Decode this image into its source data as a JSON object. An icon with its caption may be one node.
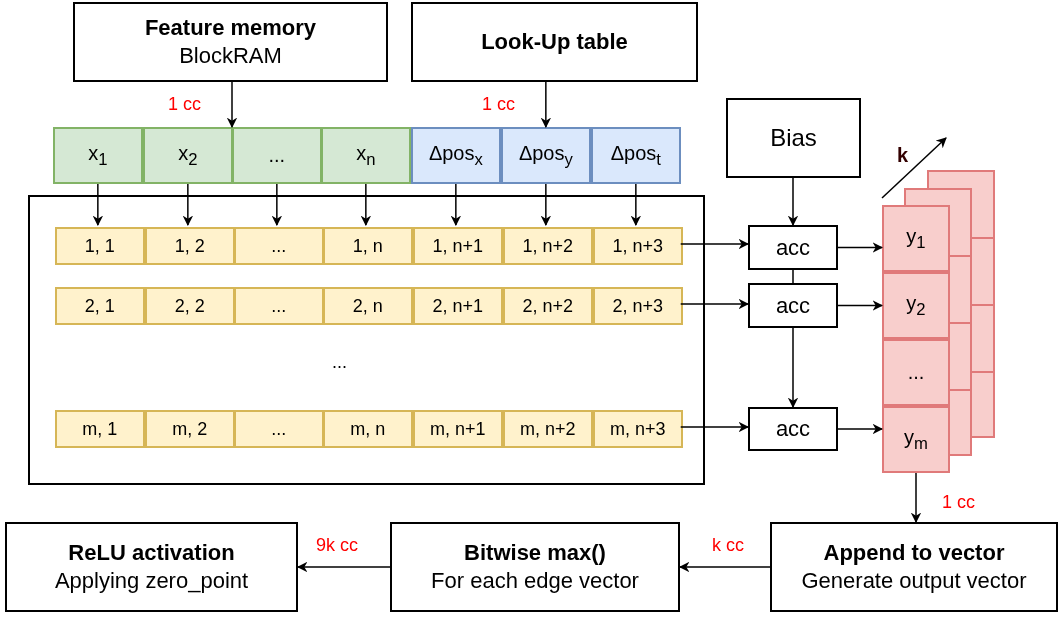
{
  "diagram": {
    "nodes": [
      {
        "text": [
          "Feature memory",
          "BlockRAM"
        ]
      },
      {
        "text": [
          "Look-Up table"
        ]
      },
      {
        "text": [
          "x$_{1}$"
        ]
      },
      {
        "text": [
          "x$_{2}$"
        ]
      },
      {
        "text": [
          "..."
        ]
      },
      {
        "text": [
          "x$_{n}$"
        ]
      },
      {
        "text": [
          "Δpos$_{x}$"
        ]
      },
      {
        "text": [
          "Δpos$_{y}$"
        ]
      },
      {
        "text": [
          "Δpos$_{t}$"
        ]
      },
      {
        "text": [
          "..."
        ]
      },
      {
        "text": [
          "1, 1"
        ],
        "in": 9
      },
      {
        "text": [
          "1, 2"
        ],
        "in": 9
      },
      {
        "text": [
          "..."
        ],
        "in": 9
      },
      {
        "text": [
          "1, n"
        ],
        "in": 9
      },
      {
        "text": [
          "1, n+1"
        ],
        "in": 9
      },
      {
        "text": [
          "1, n+2"
        ],
        "in": 9
      },
      {
        "text": [
          "1, n+3"
        ],
        "in": 9
      },
      {
        "text": [
          "2, 1"
        ],
        "in": 9
      },
      {
        "text": [
          "2, 2"
        ],
        "in": 9
      },
      {
        "text": [
          "..."
        ],
        "in": 9
      },
      {
        "text": [
          "2, n"
        ],
        "in": 9
      },
      {
        "text": [
          "2, n+1"
        ],
        "in": 9
      },
      {
        "text": [
          "2, n+2"
        ],
        "in": 9
      },
      {
        "text": [
          "2, n+3"
        ],
        "in": 9
      },
      {
        "text": [
          "m, 1"
        ],
        "in": 9
      },
      {
        "text": [
          "m, 2"
        ],
        "in": 9
      },
      {
        "text": [
          "..."
        ],
        "in": 9
      },
      {
        "text": [
          "m, n"
        ],
        "in": 9
      },
      {
        "text": [
          "m, n+1"
        ],
        "in": 9
      },
      {
        "text": [
          "m, n+2"
        ],
        "in": 9
      },
      {
        "text": [
          "m, n+3"
        ],
        "in": 9
      },
      {
        "text": [
          "Bias"
        ]
      },
      {
        "text": [
          "acc"
        ]
      },
      {
        "text": [
          "acc"
        ]
      },
      {
        "text": [
          "acc"
        ]
      },
      {
        "text": [
          "y$_{1}$"
        ]
      },
      {
        "text": [
          "y$_{2}$"
        ]
      },
      {
        "text": [
          "..."
        ]
      },
      {
        "text": [
          "y$_{m}$"
        ]
      },
      {
        "text": [
          "Append to vector",
          "Generate output vector"
        ]
      },
      {
        "text": [
          "Bitwise max()",
          "For each edge vector"
        ]
      },
      {
        "text": [
          "ReLU activation",
          "Applying zero_point"
        ]
      }
    ],
    "edges": [
      {
        "from": 0,
        "to": 3,
        "arrow": "to",
        "label": "1 cc"
      },
      {
        "from": 1,
        "to": 7,
        "arrow": "to",
        "label": "1 cc"
      },
      {
        "from": 2,
        "to": 10,
        "arrow": "to"
      },
      {
        "from": 3,
        "to": 11,
        "arrow": "to"
      },
      {
        "from": 4,
        "to": 12,
        "arrow": "to"
      },
      {
        "from": 5,
        "to": 13,
        "arrow": "to"
      },
      {
        "from": 6,
        "to": 14,
        "arrow": "to"
      },
      {
        "from": 7,
        "to": 15,
        "arrow": "to"
      },
      {
        "from": 8,
        "to": 16,
        "arrow": "to"
      },
      {
        "from": 16,
        "to": 32,
        "arrow": "to"
      },
      {
        "from": 23,
        "to": 33,
        "arrow": "to"
      },
      {
        "from": 30,
        "to": 34,
        "arrow": "to"
      },
      {
        "from": 31,
        "to": 32,
        "arrow": "to"
      },
      {
        "from": 32,
        "to": 33,
        "arrow": "none"
      },
      {
        "from": 33,
        "to": 34,
        "arrow": "to"
      },
      {
        "from": 32,
        "to": 35,
        "arrow": "to"
      },
      {
        "from": 33,
        "to": 36,
        "arrow": "to"
      },
      {
        "from": 34,
        "to": 38,
        "arrow": "to"
      },
      {
        "from": 38,
        "to": 39,
        "arrow": "to",
        "label": "1 cc"
      },
      {
        "from": 39,
        "to": 40,
        "arrow": "to",
        "label": "k cc"
      },
      {
        "from": 40,
        "to": 41,
        "arrow": "to",
        "label": "9k cc"
      }
    ],
    "labels": [
      "k"
    ]
  }
}
